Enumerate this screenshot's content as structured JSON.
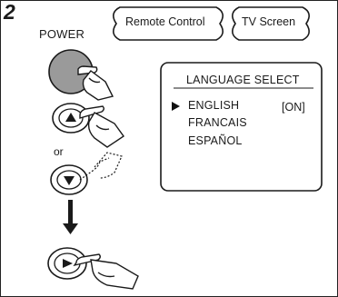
{
  "step": {
    "number": "2"
  },
  "power_label": "POWER",
  "tags": {
    "remote_control": "Remote Control",
    "tv_screen": "TV Screen"
  },
  "or_label": "or",
  "language_menu": {
    "title": "LANGUAGE SELECT",
    "items": [
      {
        "label": "ENGLISH",
        "status": "[ON]",
        "selected": true
      },
      {
        "label": "FRANCAIS",
        "status": "",
        "selected": false
      },
      {
        "label": "ESPAÑOL",
        "status": "",
        "selected": false
      }
    ]
  },
  "icons": {
    "power_button": "power-button-icon",
    "up_button": "up-arrow-button-icon",
    "down_button": "down-arrow-button-icon",
    "right_button": "play-right-button-icon",
    "hand": "pointing-hand-icon",
    "flow_arrow": "down-arrow-icon",
    "cursor": "selection-triangle-icon"
  },
  "colors": {
    "power_button_fill": "#9a9a9a",
    "line": "#1a1a1a"
  }
}
